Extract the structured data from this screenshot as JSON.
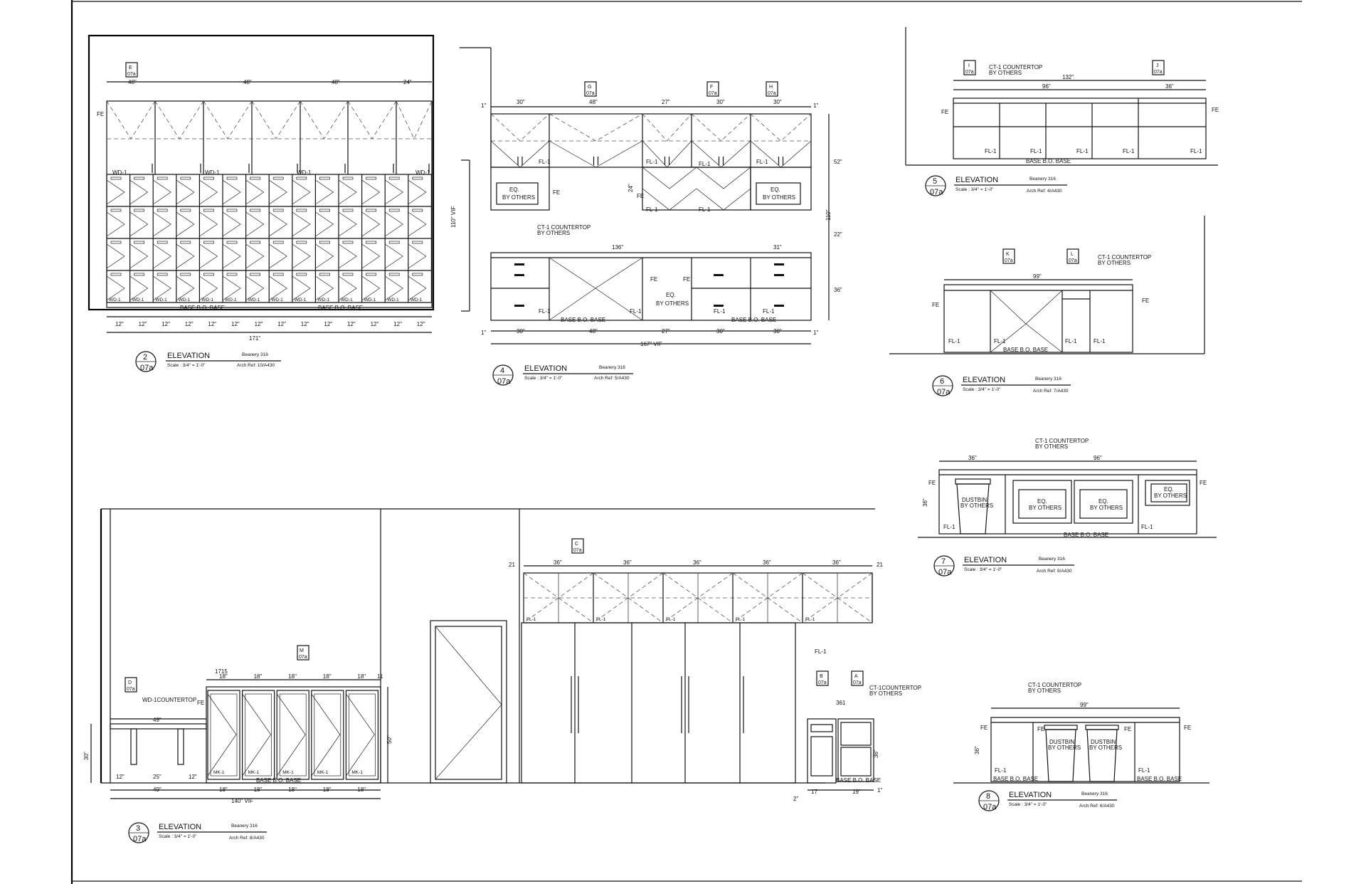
{
  "sheet_tag": "07a",
  "elevations": [
    {
      "num": "2",
      "title": "ELEVATION",
      "project": "Beanery 316",
      "scale": "Scale : 3/4\" = 1'-0\"",
      "ref": "Arch Ref: 10/A430"
    },
    {
      "num": "4",
      "title": "ELEVATION",
      "project": "Beanery 316",
      "scale": "Scale : 3/4\" = 1'-0\"",
      "ref": "Arch Ref: 5/A430"
    },
    {
      "num": "5",
      "title": "ELEVATION",
      "project": "Beanery 316",
      "scale": "Scale : 3/4\" = 1'-0\"",
      "ref": "Arch Ref: 4/A430"
    },
    {
      "num": "6",
      "title": "ELEVATION",
      "project": "Beanery 316",
      "scale": "Scale : 3/4\" = 1'-0\"",
      "ref": "Arch Ref: 7/A430"
    },
    {
      "num": "7",
      "title": "ELEVATION",
      "project": "Beanery 316",
      "scale": "Scale : 3/4\" = 1'-0\"",
      "ref": "Arch Ref: 9/A430"
    },
    {
      "num": "3",
      "title": "ELEVATION",
      "project": "Beanery 316",
      "scale": "Scale : 3/4\" = 1'-0\"",
      "ref": "Arch Ref: 8/A430"
    },
    {
      "num": "8",
      "title": "ELEVATION",
      "project": "Beanery 316",
      "scale": "Scale : 3/4\" = 1'-0\"",
      "ref": "Arch Ref: 6/A430"
    }
  ],
  "tags": {
    "a": "A",
    "b": "B",
    "c": "C",
    "d": "D",
    "e": "E",
    "f": "F",
    "g": "G",
    "h": "H",
    "i": "I",
    "j": "J",
    "k": "K",
    "l": "L",
    "m": "M"
  },
  "labels": {
    "fe": "FE",
    "fl1": "FL-1",
    "wd1": "WD-1",
    "mk1": "MK-1",
    "base": "BASE B.O. BASE",
    "ct1": "CT-1 COUNTERTOP",
    "ct1b": "CT-1COUNTERTOP",
    "by_others": "BY OTHERS",
    "eq": "EQ.",
    "dustbin": "DUSTBIN",
    "wd1_ct": "WD-1COUNTERTOP"
  },
  "dims": {
    "d48": "48\"",
    "d24": "24\"",
    "d12": "12\"",
    "d171": "171\"",
    "d1": "1\"",
    "d110vif": "110\" VIF",
    "d30": "30\"",
    "d27": "27\"",
    "d136": "136\"",
    "d31": "31\"",
    "d167vif": "167\" VIF",
    "d52": "52\"",
    "d22": "22\"",
    "d36": "36\"",
    "d110": "110\"",
    "d132": "132\"",
    "d96": "96\"",
    "d99": "99\"",
    "d18": "18\"",
    "d17": "17",
    "d49": "49\"",
    "d25": "25\"",
    "d140vif": "140\" VIF",
    "d50": "50\"",
    "d21": "21",
    "d19": "19\"",
    "d2": "2\"",
    "d361": "361",
    "d1715": "1715",
    "d11": "11"
  }
}
